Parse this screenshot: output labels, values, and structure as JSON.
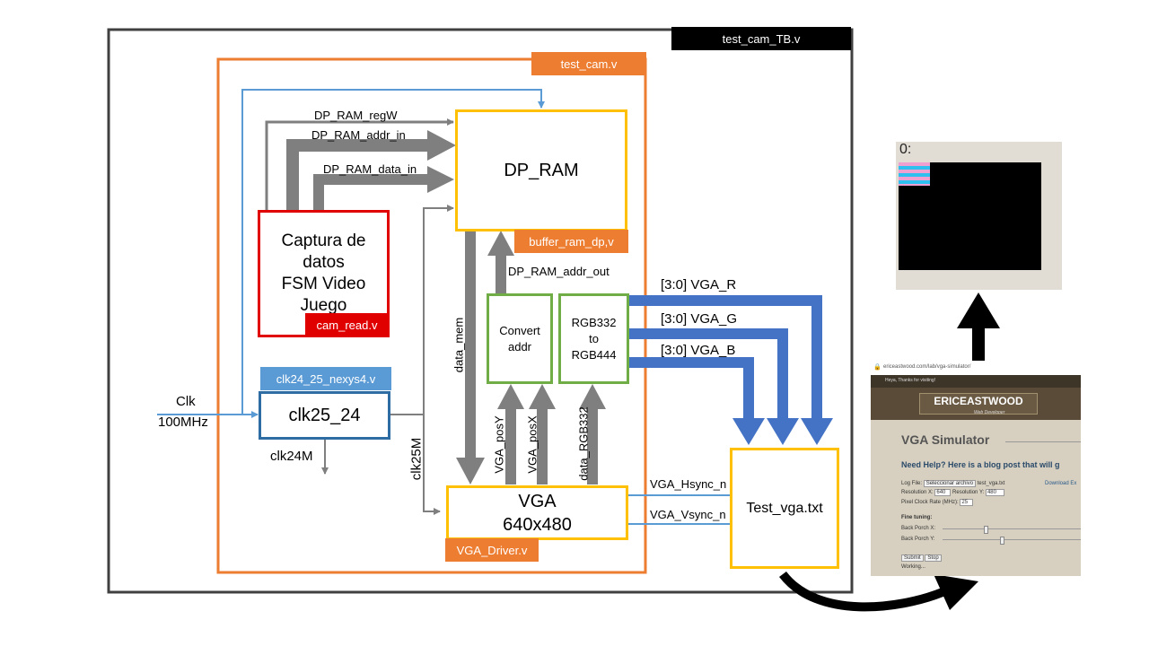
{
  "colors": {
    "orange": "#ed7d31",
    "yellow": "#ffc000",
    "red": "#e00000",
    "green": "#70ad47",
    "blue": "#4472c4",
    "lightblue": "#5b9bd5",
    "gray": "#7f7f7f",
    "black": "#000000"
  },
  "testbench": {
    "label": "test_cam_TB.v"
  },
  "top_module": {
    "label": "test_cam.v"
  },
  "dp_ram": {
    "title": "DP_RAM",
    "tag": "buffer_ram_dp,v"
  },
  "capture": {
    "line1": "Captura de",
    "line2": "datos",
    "line3": "FSM Video",
    "line4": "Juego",
    "tag": "cam_read.v"
  },
  "clock": {
    "title": "clk25_24",
    "tag": "clk24_25_nexys4.v",
    "input_label": "Clk",
    "input_freq": "100MHz",
    "out24": "clk24M",
    "out25": "clk25M"
  },
  "convert": {
    "line1": "Convert",
    "line2": "addr"
  },
  "rgb": {
    "line1": "RGB332",
    "line2": "to",
    "line3": "RGB444"
  },
  "vga": {
    "line1": "VGA",
    "line2": "640x480",
    "tag": "VGA_Driver.v"
  },
  "testfile": {
    "label": "Test_vga.txt"
  },
  "signals": {
    "regw": "DP_RAM_regW",
    "addr_in": "DP_RAM_addr_in",
    "data_in": "DP_RAM_data_in",
    "addr_out": "DP_RAM_addr_out",
    "data_mem": "data_mem",
    "posY": "VGA_posY",
    "posX": "VGA_posX",
    "data_rgb": "data_RGB332",
    "vga_r": "[3:0] VGA_R",
    "vga_g": "[3:0] VGA_G",
    "vga_b": "[3:0] VGA_B",
    "hsync": "VGA_Hsync_n",
    "vsync": "VGA_Vsync_n"
  },
  "sim_output": {
    "counter": "0:"
  },
  "simulator": {
    "url": "ericeastwood.com/lab/vga-simulator/",
    "banner": "Heya, Thanks for visiting!",
    "brand": "ERICEASTWOOD",
    "brand_sub": "Web Developer",
    "title": "VGA Simulator",
    "help": "Need Help? Here is a blog post that will g",
    "log_file_label": "Log File:",
    "choose_button": "Seleccionar archivo",
    "file_name": "test_vga.txt",
    "download_link": "Download Ex",
    "res_x_label": "Resolution X:",
    "res_x": "640",
    "res_y_label": "Resolution Y:",
    "res_y": "480",
    "clock_label": "Pixel Clock Rate (MHz):",
    "clock_rate": "25",
    "fine_tuning": "Fine tuning:",
    "back_porch_x": "Back Porch X:",
    "back_porch_y": "Back Porch Y:",
    "submit": "Submit",
    "stop": "Stop",
    "status": "Working..."
  }
}
